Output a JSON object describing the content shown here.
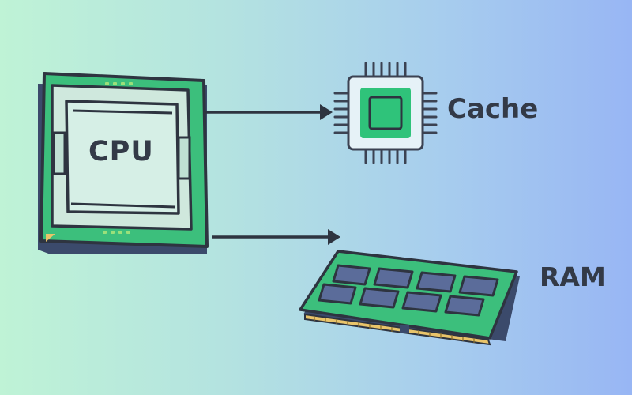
{
  "labels": {
    "cpu": "CPU",
    "cache": "Cache",
    "ram": "RAM"
  },
  "icons": {
    "cpu": "cpu-chip-icon",
    "cache": "microchip-icon",
    "ram": "ram-module-icon"
  },
  "colors": {
    "outline": "#2e3440",
    "board_green": "#3cbf7c",
    "chip_face": "#d6efe6",
    "cache_core": "#2fc37a",
    "ram_chip": "#5b6c9a",
    "contact_gold": "#e9c46a"
  }
}
